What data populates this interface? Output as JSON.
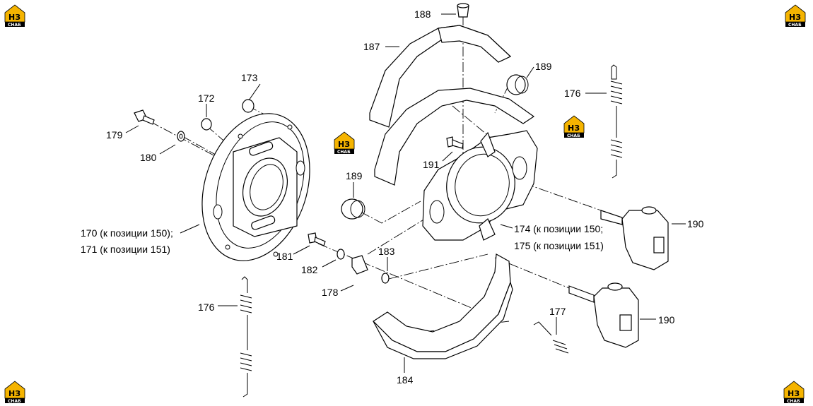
{
  "logo": {
    "main": "НЗ",
    "sub": "СНАБ",
    "color": "#f5b400"
  },
  "labels": {
    "p170": "170 (к позиции 150);",
    "p171": "171 (к позиции 151)",
    "p172": "172",
    "p173": "173",
    "p174": "174 (к позиции 150;",
    "p175": "175 (к позиции 151)",
    "p176_top": "176",
    "p176_bottom": "176",
    "p177": "177",
    "p178": "178",
    "p179": "179",
    "p180": "180",
    "p181": "181",
    "p182": "182",
    "p183": "183",
    "p184": "184",
    "p187": "187",
    "p188": "188",
    "p189_top": "189",
    "p189_mid": "189",
    "p190_top": "190",
    "p190_bottom": "190",
    "p191": "191"
  }
}
